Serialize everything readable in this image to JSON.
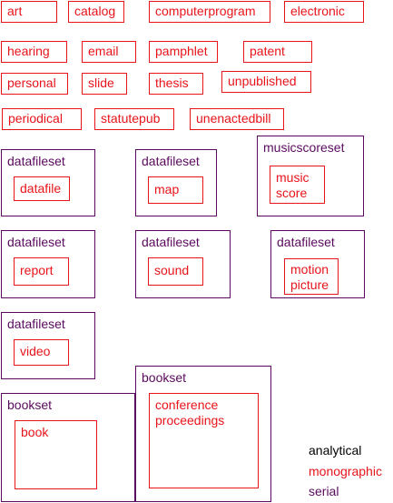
{
  "colors": {
    "analytical": "#000000",
    "monographic": "#e8141a",
    "serial": "#5a0a5e"
  },
  "monographic_items": {
    "art": "art",
    "catalog": "catalog",
    "computerprogram": "computerprogram",
    "electronic": "electronic",
    "hearing": "hearing",
    "email": "email",
    "pamphlet": "pamphlet",
    "patent": "patent",
    "personal": "personal",
    "slide": "slide",
    "thesis": "thesis",
    "unpublished": "unpublished",
    "periodical": "periodical",
    "statutepub": "statutepub",
    "unenactedbill": "unenactedbill",
    "datafile": "datafile",
    "map": "map",
    "music_score": "music\nscore",
    "report": "report",
    "sound": "sound",
    "motion_picture": "motion\npicture",
    "video": "video",
    "conference_proceedings": "conference\nproceedings",
    "book": "book"
  },
  "serial_sets": {
    "datafileset": "datafileset",
    "musicscoreset": "musicscoreset",
    "bookset": "bookset"
  },
  "legend": {
    "analytical": "analytical",
    "monographic": "monographic",
    "serial": "serial"
  }
}
